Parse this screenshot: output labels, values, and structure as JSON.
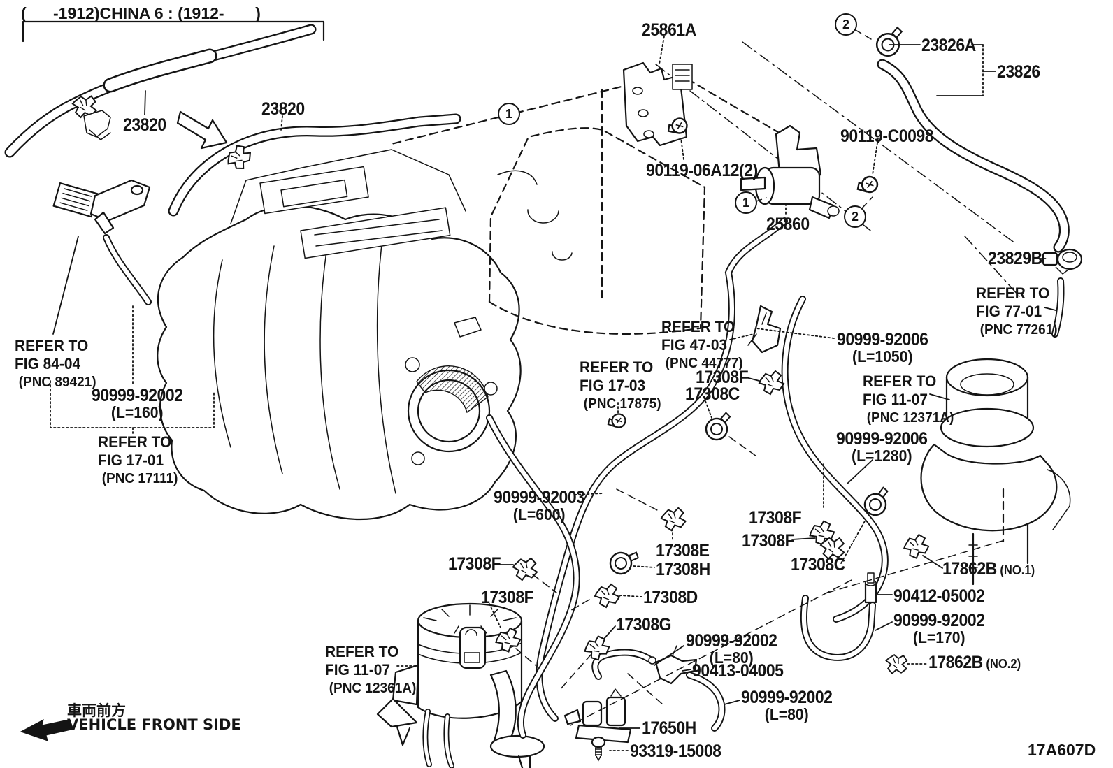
{
  "background": "#ffffff",
  "line_color": "#141414",
  "title_note": "(      -1912)CHINA 6 : (1912-       )",
  "diagram_code": "17A607D",
  "vehicle_front": {
    "jp": "車両前方",
    "en": "VEHICLE FRONT SIDE"
  },
  "part_labels": [
    {
      "id": "p23820_1",
      "text": "23820"
    },
    {
      "id": "p23820_2",
      "text": "23820"
    },
    {
      "id": "p25861A",
      "text": "25861A"
    },
    {
      "id": "p90119_06A12",
      "text": "90119-06A12(2)"
    },
    {
      "id": "p90119_C0098",
      "text": "90119-C0098"
    },
    {
      "id": "p23826A",
      "text": "23826A"
    },
    {
      "id": "p23826",
      "text": "23826"
    },
    {
      "id": "p25860",
      "text": "25860"
    },
    {
      "id": "p23829B",
      "text": "23829B"
    },
    {
      "id": "p90999_92002_160",
      "text": "90999-92002",
      "sub": "(L=160)"
    },
    {
      "id": "p90999_92006_1050",
      "text": "90999-92006",
      "sub": "(L=1050)"
    },
    {
      "id": "p90999_92006_1280",
      "text": "90999-92006",
      "sub": "(L=1280)"
    },
    {
      "id": "p90999_92003_600",
      "text": "90999-92003",
      "sub": "(L=600)"
    },
    {
      "id": "p17308F_1",
      "text": "17308F"
    },
    {
      "id": "p17308C_1",
      "text": "17308C"
    },
    {
      "id": "p17308F_2",
      "text": "17308F"
    },
    {
      "id": "p17308F_3",
      "text": "17308F"
    },
    {
      "id": "p17308E",
      "text": "17308E"
    },
    {
      "id": "p17308H",
      "text": "17308H"
    },
    {
      "id": "p17308D",
      "text": "17308D"
    },
    {
      "id": "p17308G",
      "text": "17308G"
    },
    {
      "id": "p17308F_4",
      "text": "17308F"
    },
    {
      "id": "p17308F_5",
      "text": "17308F"
    },
    {
      "id": "p17308C_2",
      "text": "17308C"
    },
    {
      "id": "p17862B_1",
      "text": "17862B",
      "suffix": " (NO.1)"
    },
    {
      "id": "p90412_05002",
      "text": "90412-05002"
    },
    {
      "id": "p90999_92002_170",
      "text": "90999-92002",
      "sub": "(L=170)"
    },
    {
      "id": "p17862B_2",
      "text": "17862B",
      "suffix": " (NO.2)"
    },
    {
      "id": "p90999_92002_80a",
      "text": "90999-92002",
      "sub": "(L=80)"
    },
    {
      "id": "p90413_04005",
      "text": "90413-04005"
    },
    {
      "id": "p90999_92002_80b",
      "text": "90999-92002",
      "sub": "(L=80)"
    },
    {
      "id": "p17650H",
      "text": "17650H"
    },
    {
      "id": "p93319_15008",
      "text": "93319-15008"
    }
  ],
  "refer_notes": [
    {
      "id": "r_84_04",
      "line1": "REFER TO",
      "line2": "FIG 84-04",
      "line3": "(PNC 89421)"
    },
    {
      "id": "r_17_01",
      "line1": "REFER TO",
      "line2": "FIG 17-01",
      "line3": "(PNC 17111)"
    },
    {
      "id": "r_77_01",
      "line1": "REFER TO",
      "line2": "FIG 77-01",
      "line3": "(PNC 77261)"
    },
    {
      "id": "r_47_03",
      "line1": "REFER TO",
      "line2": "FIG 47-03",
      "line3": "(PNC 44777)"
    },
    {
      "id": "r_17_03",
      "line1": "REFER TO",
      "line2": "FIG 17-03",
      "line3": "(PNC 17875)"
    },
    {
      "id": "r_11_07a",
      "line1": "REFER TO",
      "line2": "FIG 11-07",
      "line3": "(PNC 12371A)"
    },
    {
      "id": "r_11_07b",
      "line1": "REFER TO",
      "line2": "FIG 11-07",
      "line3": "(PNC 12361A)"
    }
  ],
  "callouts": [
    {
      "id": "c1",
      "n": "1"
    },
    {
      "id": "c2",
      "n": "2"
    },
    {
      "id": "c3",
      "n": "1"
    },
    {
      "id": "c4",
      "n": "2"
    }
  ]
}
